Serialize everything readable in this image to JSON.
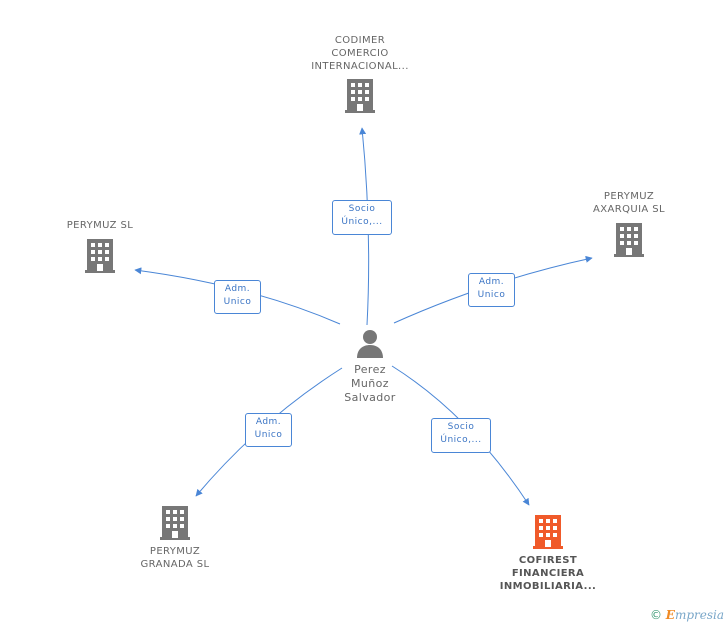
{
  "person": {
    "line1": "Perez",
    "line2": "Muñoz",
    "line3": "Salvador"
  },
  "companies": {
    "codimer": {
      "line1": "CODIMER",
      "line2": "COMERCIO",
      "line3": "INTERNACIONAL..."
    },
    "perymuz_sl": {
      "line1": "PERYMUZ SL"
    },
    "perymuz_axarquia": {
      "line1": "PERYMUZ",
      "line2": "AXARQUIA SL"
    },
    "perymuz_granada": {
      "line1": "PERYMUZ",
      "line2": "GRANADA SL"
    },
    "cofirest": {
      "line1": "COFIREST",
      "line2": "FINANCIERA",
      "line3": "INMOBILIARIA..."
    }
  },
  "relations": {
    "codimer": {
      "line1": "Socio",
      "line2": "Único,..."
    },
    "perymuz_sl": {
      "line1": "Adm.",
      "line2": "Unico"
    },
    "perymuz_axarquia": {
      "line1": "Adm.",
      "line2": "Unico"
    },
    "perymuz_granada": {
      "line1": "Adm.",
      "line2": "Unico"
    },
    "cofirest": {
      "line1": "Socio",
      "line2": "Único,..."
    }
  },
  "footer": {
    "copyright_symbol": "©",
    "brand_first": "E",
    "brand_rest": "mpresia"
  },
  "colors": {
    "edge": "#4a86d6",
    "company_icon": "#777777",
    "main_company_icon": "#f05a2a",
    "person_icon": "#777777"
  },
  "icons": {
    "company": "building-icon",
    "person": "person-icon"
  }
}
